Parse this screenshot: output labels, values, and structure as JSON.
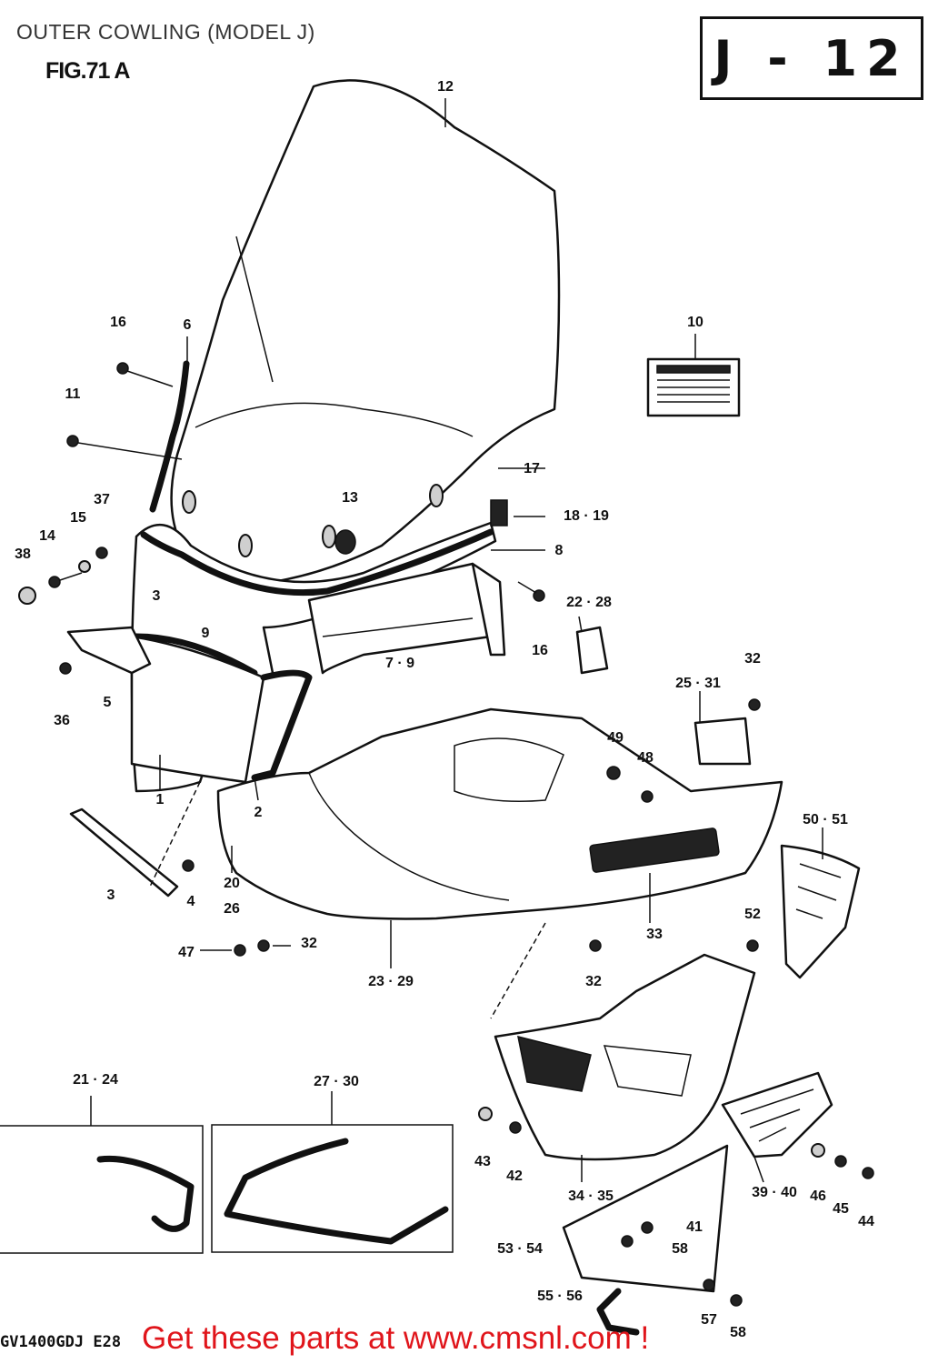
{
  "header": {
    "title": "OUTER COWLING (MODEL J)",
    "figure": "FIG.71 A",
    "page_code": "J - 12"
  },
  "footer": {
    "model_code": "GV1400GDJ E28",
    "cta": "Get these parts at www.cmsnl.com !"
  },
  "callouts": {
    "c1": "1",
    "c2": "2",
    "c3a": "3",
    "c3b": "3",
    "c4": "4",
    "c5": "5",
    "c6": "6",
    "c7_9": "7 · 9",
    "c8": "8",
    "c9": "9",
    "c10": "10",
    "c11": "11",
    "c12": "12",
    "c13": "13",
    "c14": "14",
    "c15": "15",
    "c16a": "16",
    "c16b": "16",
    "c17": "17",
    "c18_19": "18 · 19",
    "c20": "20",
    "c21_24": "21 · 24",
    "c22_28": "22 · 28",
    "c23_29": "23 · 29",
    "c25_31": "25 · 31",
    "c26": "26",
    "c27_30": "27 · 30",
    "c32a": "32",
    "c32b": "32",
    "c32c": "32",
    "c33": "33",
    "c34_35": "34 · 35",
    "c36": "36",
    "c37": "37",
    "c38": "38",
    "c39_40": "39 · 40",
    "c41": "41",
    "c42": "42",
    "c43": "43",
    "c44": "44",
    "c45": "45",
    "c46": "46",
    "c47": "47",
    "c48": "48",
    "c49": "49",
    "c50_51": "50 · 51",
    "c52": "52",
    "c53_54": "53 · 54",
    "c55_56": "55 · 56",
    "c57": "57",
    "c58a": "58",
    "c58b": "58"
  }
}
